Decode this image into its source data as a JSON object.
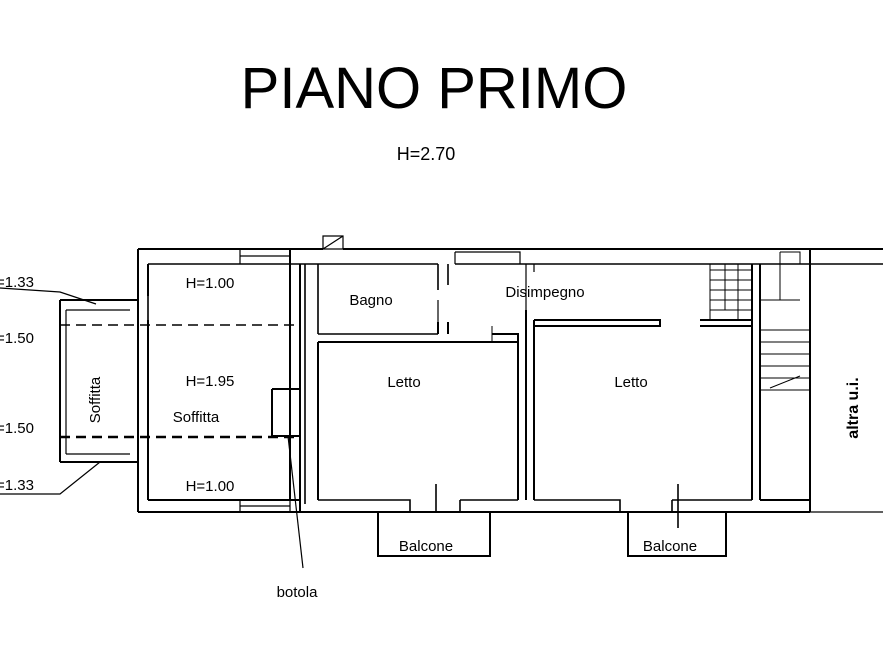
{
  "title": "PIANO PRIMO",
  "subtitle": "H=2.70",
  "side_levels": {
    "top": "1.33",
    "upper": "1.50",
    "lower": "1.50",
    "bottom": "1.33"
  },
  "rooms": {
    "soffitta_narrow": "Soffitta",
    "h_top": "H=1.00",
    "h_mid": "H=1.95",
    "soffitta": "Soffitta",
    "h_bottom": "H=1.00",
    "bagno": "Bagno",
    "disimpegno": "Disimpegno",
    "letto_left": "Letto",
    "letto_right": "Letto",
    "balcone_left": "Balcone",
    "balcone_right": "Balcone",
    "altra": "altra u.i."
  },
  "annotations": {
    "botola": "botola"
  },
  "colors": {
    "line": "#000000",
    "background": "#ffffff"
  }
}
